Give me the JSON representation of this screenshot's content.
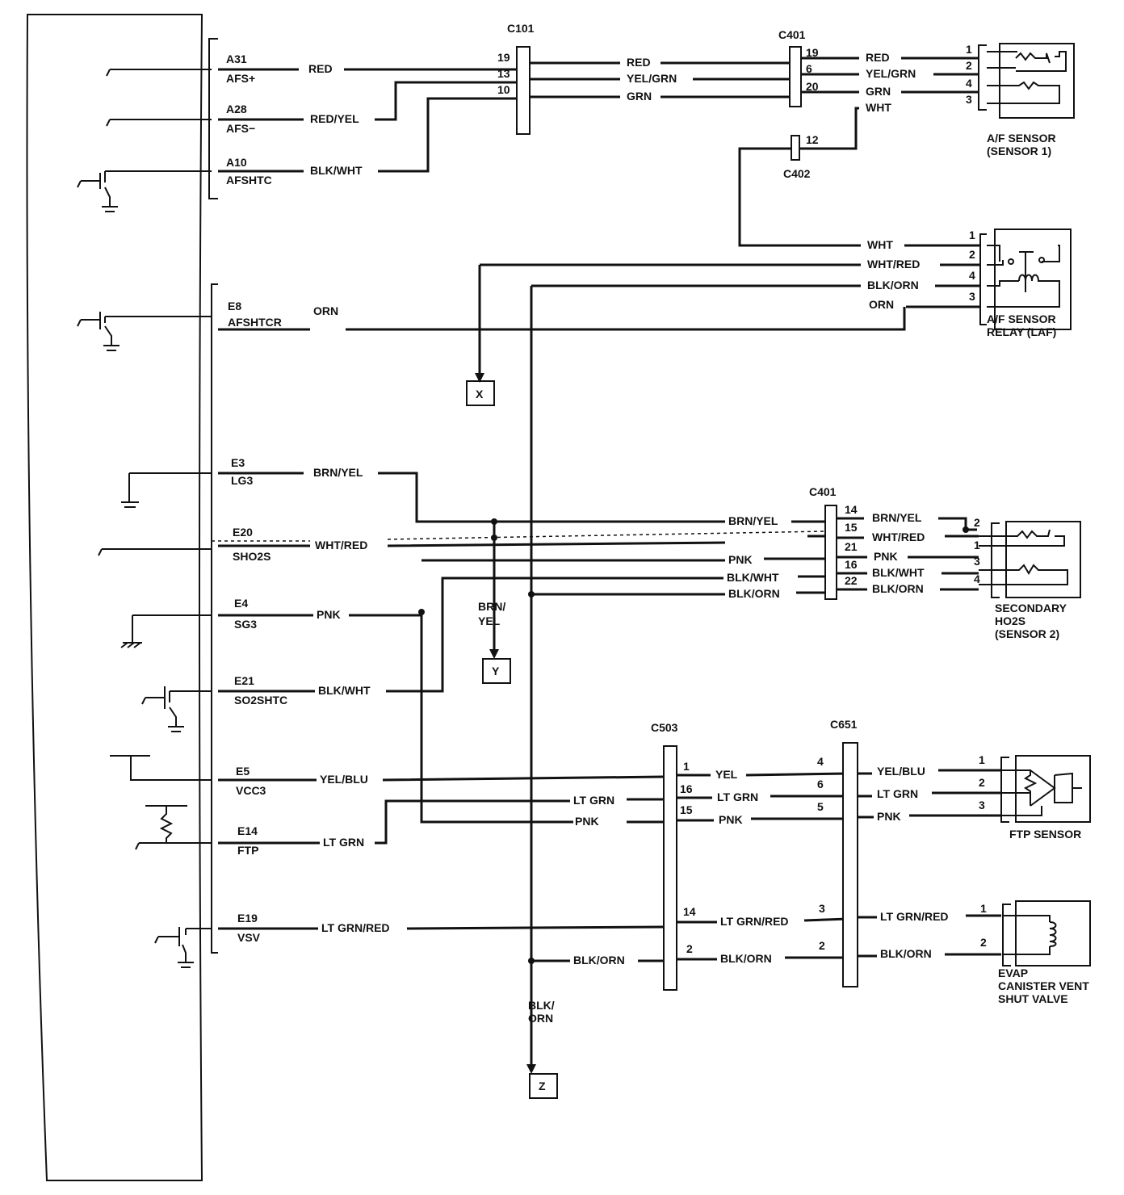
{
  "ecm": {
    "pins": [
      {
        "pin": "A31",
        "name": "AFS+"
      },
      {
        "pin": "A28",
        "name": "AFS−"
      },
      {
        "pin": "A10",
        "name": "AFSHTC"
      },
      {
        "pin": "E8",
        "name": "AFSHTCR"
      },
      {
        "pin": "E3",
        "name": "LG3"
      },
      {
        "pin": "E20",
        "name": "SHO2S"
      },
      {
        "pin": "E4",
        "name": "SG3"
      },
      {
        "pin": "E21",
        "name": "SO2SHTC"
      },
      {
        "pin": "E5",
        "name": "VCC3"
      },
      {
        "pin": "E14",
        "name": "FTP"
      },
      {
        "pin": "E19",
        "name": "VSV"
      }
    ]
  },
  "wire_labels": [
    "RED",
    "RED/YEL",
    "BLK/WHT",
    "YEL/GRN",
    "GRN",
    "WHT",
    "WHT/RED",
    "BLK/ORN",
    "ORN",
    "BRN/YEL",
    "PNK",
    "YEL/BLU",
    "LT GRN",
    "LT GRN/RED",
    "YEL"
  ],
  "connectors": [
    "C101",
    "C401",
    "C402",
    "C503",
    "C651"
  ],
  "pin_numbers": [
    "19",
    "13",
    "10",
    "6",
    "20",
    "12",
    "1",
    "2",
    "3",
    "4",
    "14",
    "15",
    "21",
    "16",
    "22",
    "5"
  ],
  "branch_labels": [
    "BRN/",
    "YEL",
    "BLK/",
    "ORN"
  ],
  "offpage_refs": [
    "X",
    "Y",
    "Z"
  ],
  "components": {
    "af_sensor": [
      "A/F SENSOR",
      "(SENSOR 1)"
    ],
    "af_relay": [
      "A/F SENSOR",
      "RELAY (LAF)"
    ],
    "ho2s": [
      "SECONDARY",
      "HO2S",
      "(SENSOR 2)"
    ],
    "ftp": [
      "FTP SENSOR"
    ],
    "evap": [
      "EVAP",
      "CANISTER VENT",
      "SHUT VALVE"
    ]
  }
}
